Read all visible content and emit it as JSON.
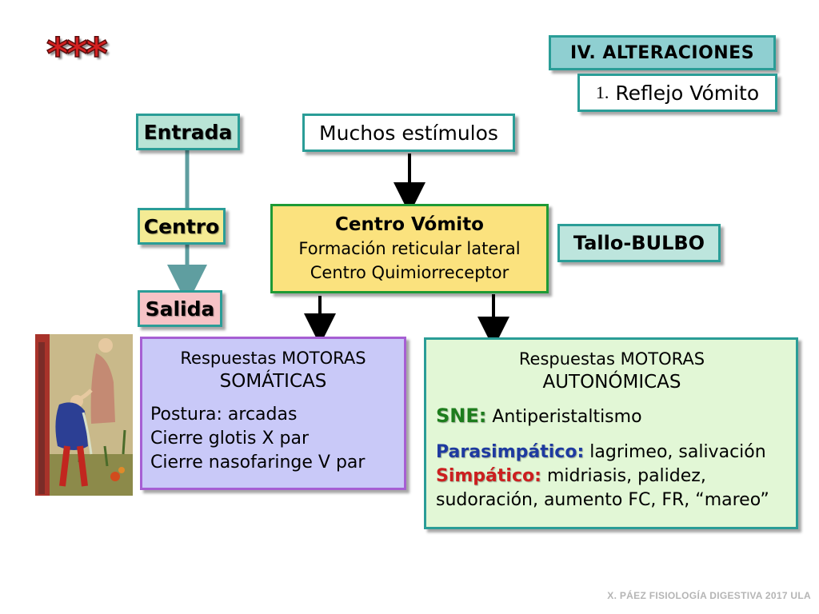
{
  "header": {
    "stars": "***",
    "section": "IV. ALTERACIONES",
    "topic_number": "1.",
    "topic_label": "Reflejo Vómito"
  },
  "flow": {
    "entrada": "Entrada",
    "centro": "Centro",
    "salida": "Salida"
  },
  "stimuli": "Muchos estímulos",
  "vomit_center": {
    "title": "Centro Vómito",
    "line1": "Formación reticular lateral",
    "line2": "Centro Quimiorreceptor"
  },
  "location": "Tallo-BULBO",
  "somatic": {
    "head_prefix": "Respuestas ",
    "head_bold": "MOTORAS",
    "head2": "SOMÁTICAS",
    "items": [
      "Postura: arcadas",
      "Cierre glotis X par",
      "Cierre nasofaringe V par"
    ]
  },
  "autonomic": {
    "head_prefix": "Respuestas ",
    "head_bold": "MOTORAS",
    "head2": "AUTONÓMICAS",
    "sne_label": "SNE:",
    "sne_text": "Antiperistaltismo",
    "para_label": "Parasimpático",
    "para_text": "lagrimeo, salivación",
    "simp_label": "Simpático",
    "simp_text": "midriasis, palidez,",
    "simp_text2": "sudoración, aumento FC, FR, “mareo”"
  },
  "footer": "X. PÁEZ   FISIOLOGÍA DIGESTIVA 2017  ULA",
  "colors": {
    "teal_border": "#2a9d97",
    "green_border": "#1e9a35",
    "purple_border": "#a65fd3",
    "sne": "#1d7d1d",
    "parasimpatico": "#1e3aa0",
    "simpatico": "#cc1f1f"
  }
}
